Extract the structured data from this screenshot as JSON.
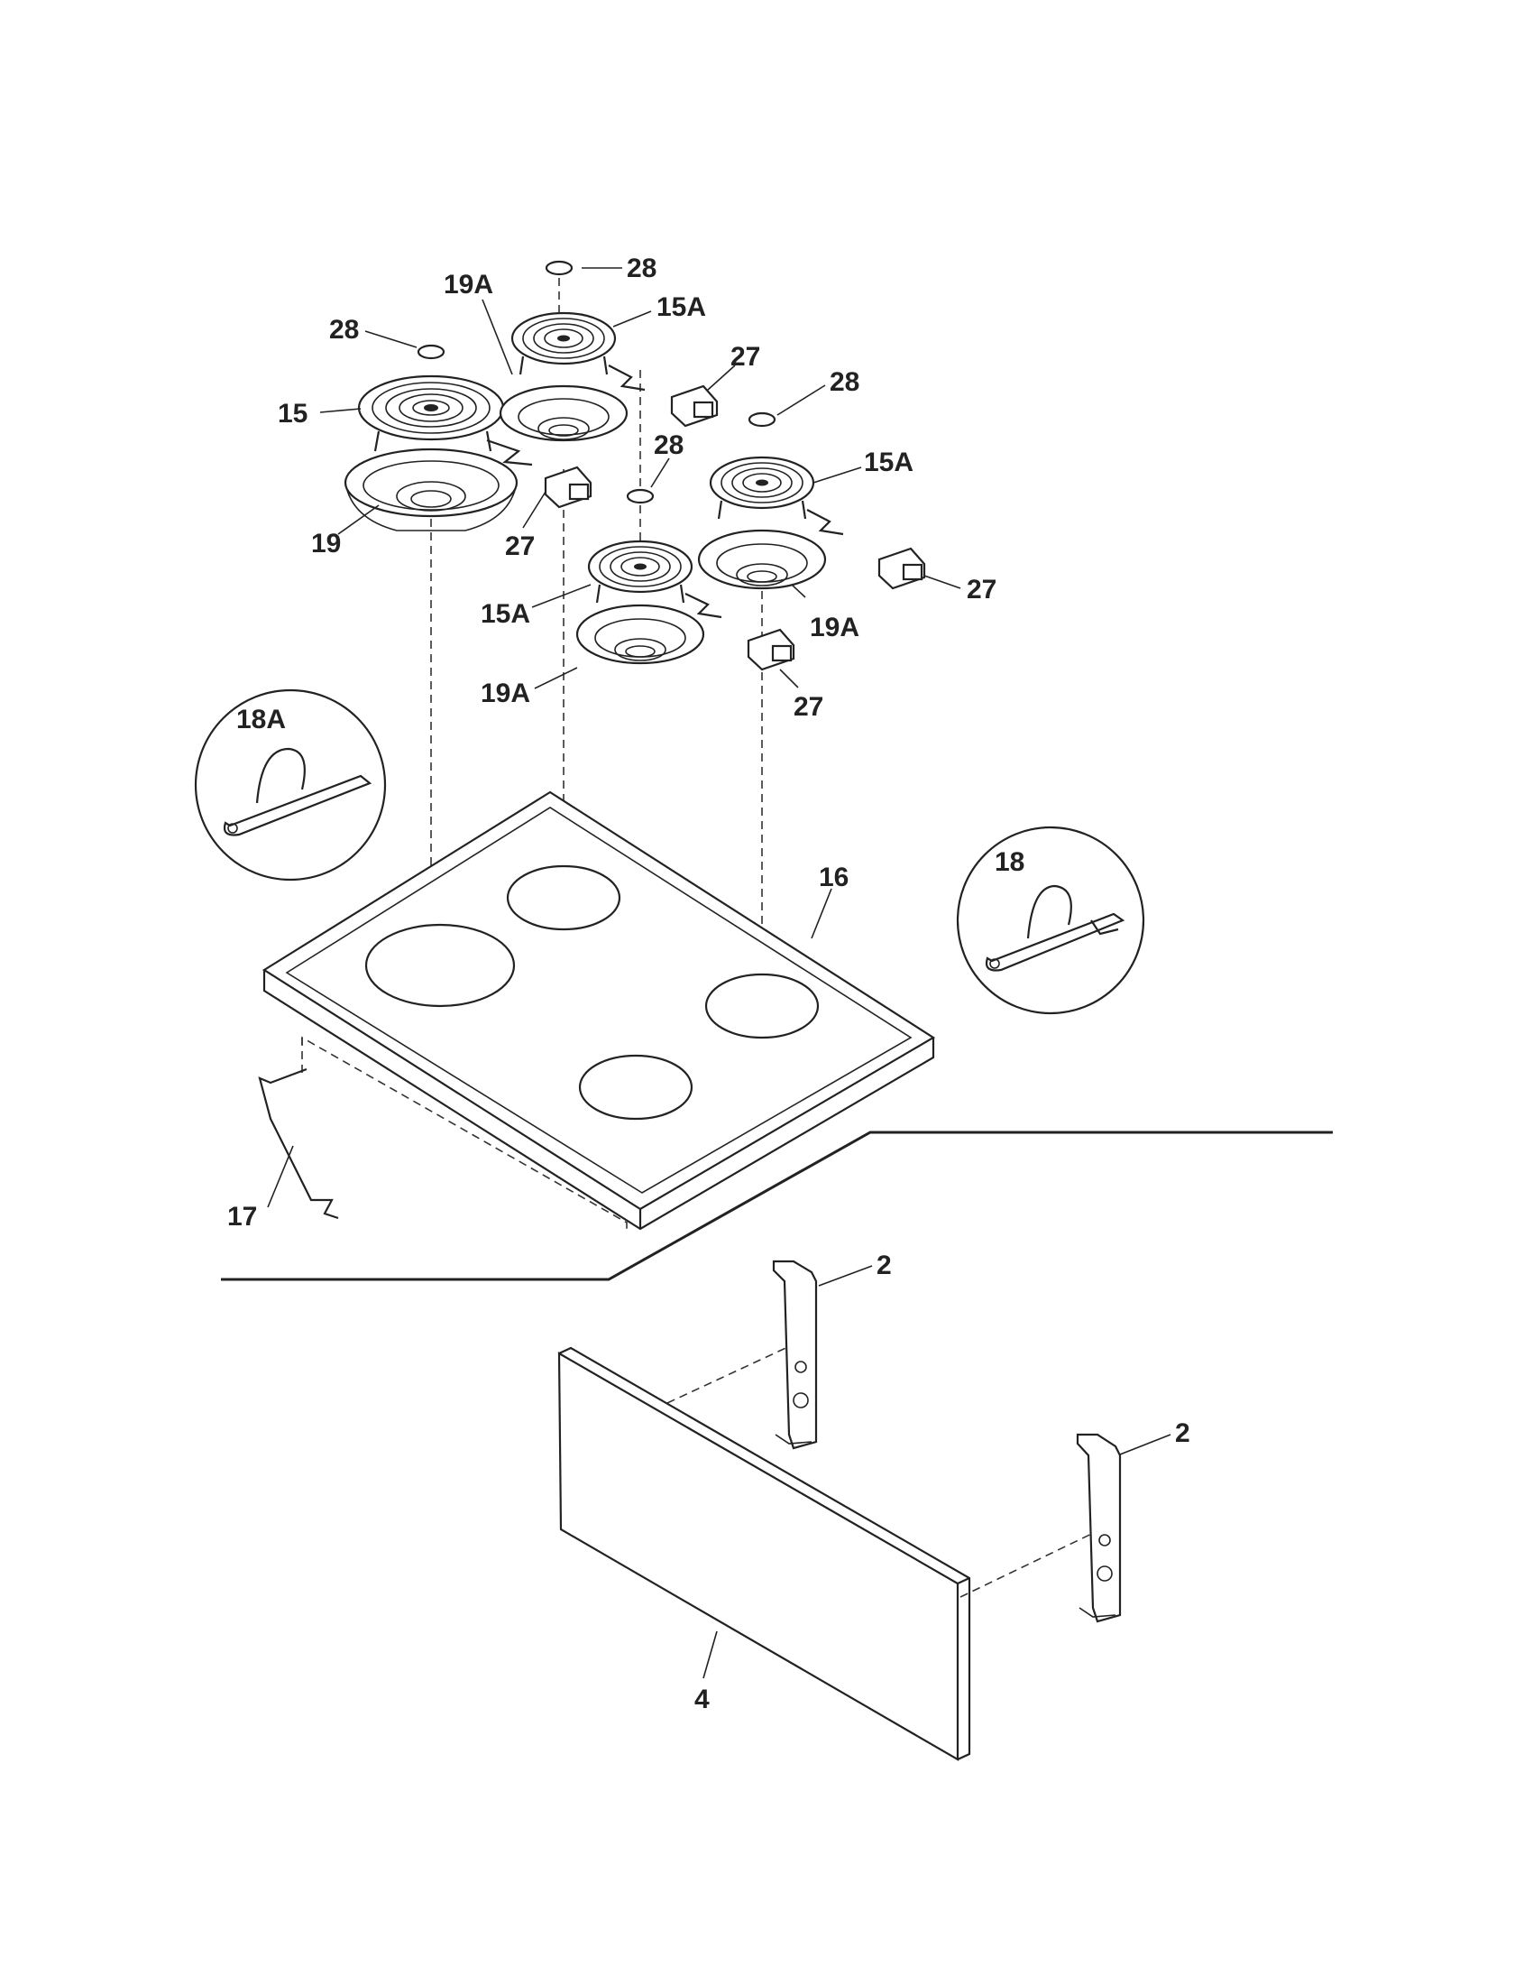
{
  "labels": {
    "l28a": "28",
    "l28b": "28",
    "l28c": "28",
    "l28d": "28",
    "l15a1": "15A",
    "l15a2": "15A",
    "l15a3": "15A",
    "l15": "15",
    "l19a1": "19A",
    "l19a2": "19A",
    "l19a3": "19A",
    "l19": "19",
    "l27a": "27",
    "l27b": "27",
    "l27c": "27",
    "l27d": "27",
    "l18a": "18A",
    "l18": "18",
    "l16": "16",
    "l17": "17",
    "l2a": "2",
    "l2b": "2",
    "l4": "4"
  },
  "colors": {
    "line": "#222222",
    "background": "#ffffff"
  }
}
